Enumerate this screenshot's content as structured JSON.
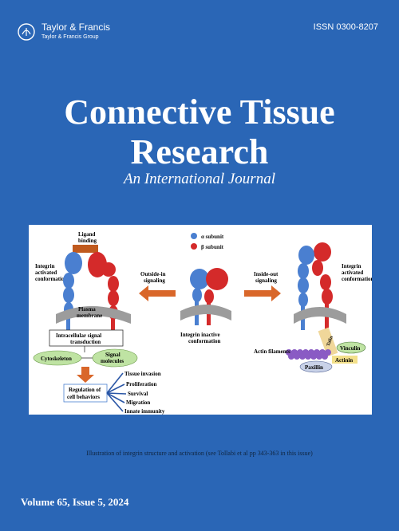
{
  "publisher": {
    "name": "Taylor & Francis",
    "group": "Taylor & Francis Group",
    "logo_icon": "taylor-francis-logo-icon"
  },
  "issn": "ISSN 0300-8207",
  "journal": {
    "title_line1": "Connective Tissue",
    "title_line2": "Research",
    "subtitle": "An International Journal"
  },
  "figure": {
    "legend_alpha": "α subunit",
    "legend_beta": "β subunit",
    "ligand_line1": "Ligand",
    "ligand_line2": "binding",
    "left_label_1": "Integrin",
    "left_label_2": "activated",
    "left_label_3": "conformation",
    "plasma_1": "Plasma",
    "plasma_2": "membrane",
    "outside_in_1": "Outside-in",
    "outside_in_2": "signaling",
    "inside_out_1": "Inside-out",
    "inside_out_2": "signaling",
    "inactive_1": "Integrin inactive",
    "inactive_2": "conformation",
    "right_label_1": "Integrin",
    "right_label_2": "activated",
    "right_label_3": "conformation",
    "intracellular_1": "Intracellular signal",
    "intracellular_2": "transduction",
    "cytoskeleton": "Cytoskeleton",
    "signal_1": "Signal",
    "signal_2": "molecules",
    "regulation_1": "Regulation of",
    "regulation_2": "cell behaviors",
    "behaviors": [
      "Tissue invasion",
      "Proliferation",
      "Survival",
      "Migration",
      "Innate immunity"
    ],
    "actin_filaments": "Actin filaments",
    "talin": "Talin",
    "vinculin": "Vinculin",
    "actinin": "Actinin",
    "paxillin": "Paxillin",
    "colors": {
      "alpha": "#4a7fd0",
      "beta": "#d42a2a",
      "arrow": "#d9672a",
      "membrane": "#9c9c9c",
      "green": "#bfe3a3",
      "actin": "#8a5bc4"
    }
  },
  "caption": "Illustration of integrin structure and activation (see Tollabi et al pp 343-363 in this issue)",
  "volume": "Volume 65, Issue 5, 2024"
}
